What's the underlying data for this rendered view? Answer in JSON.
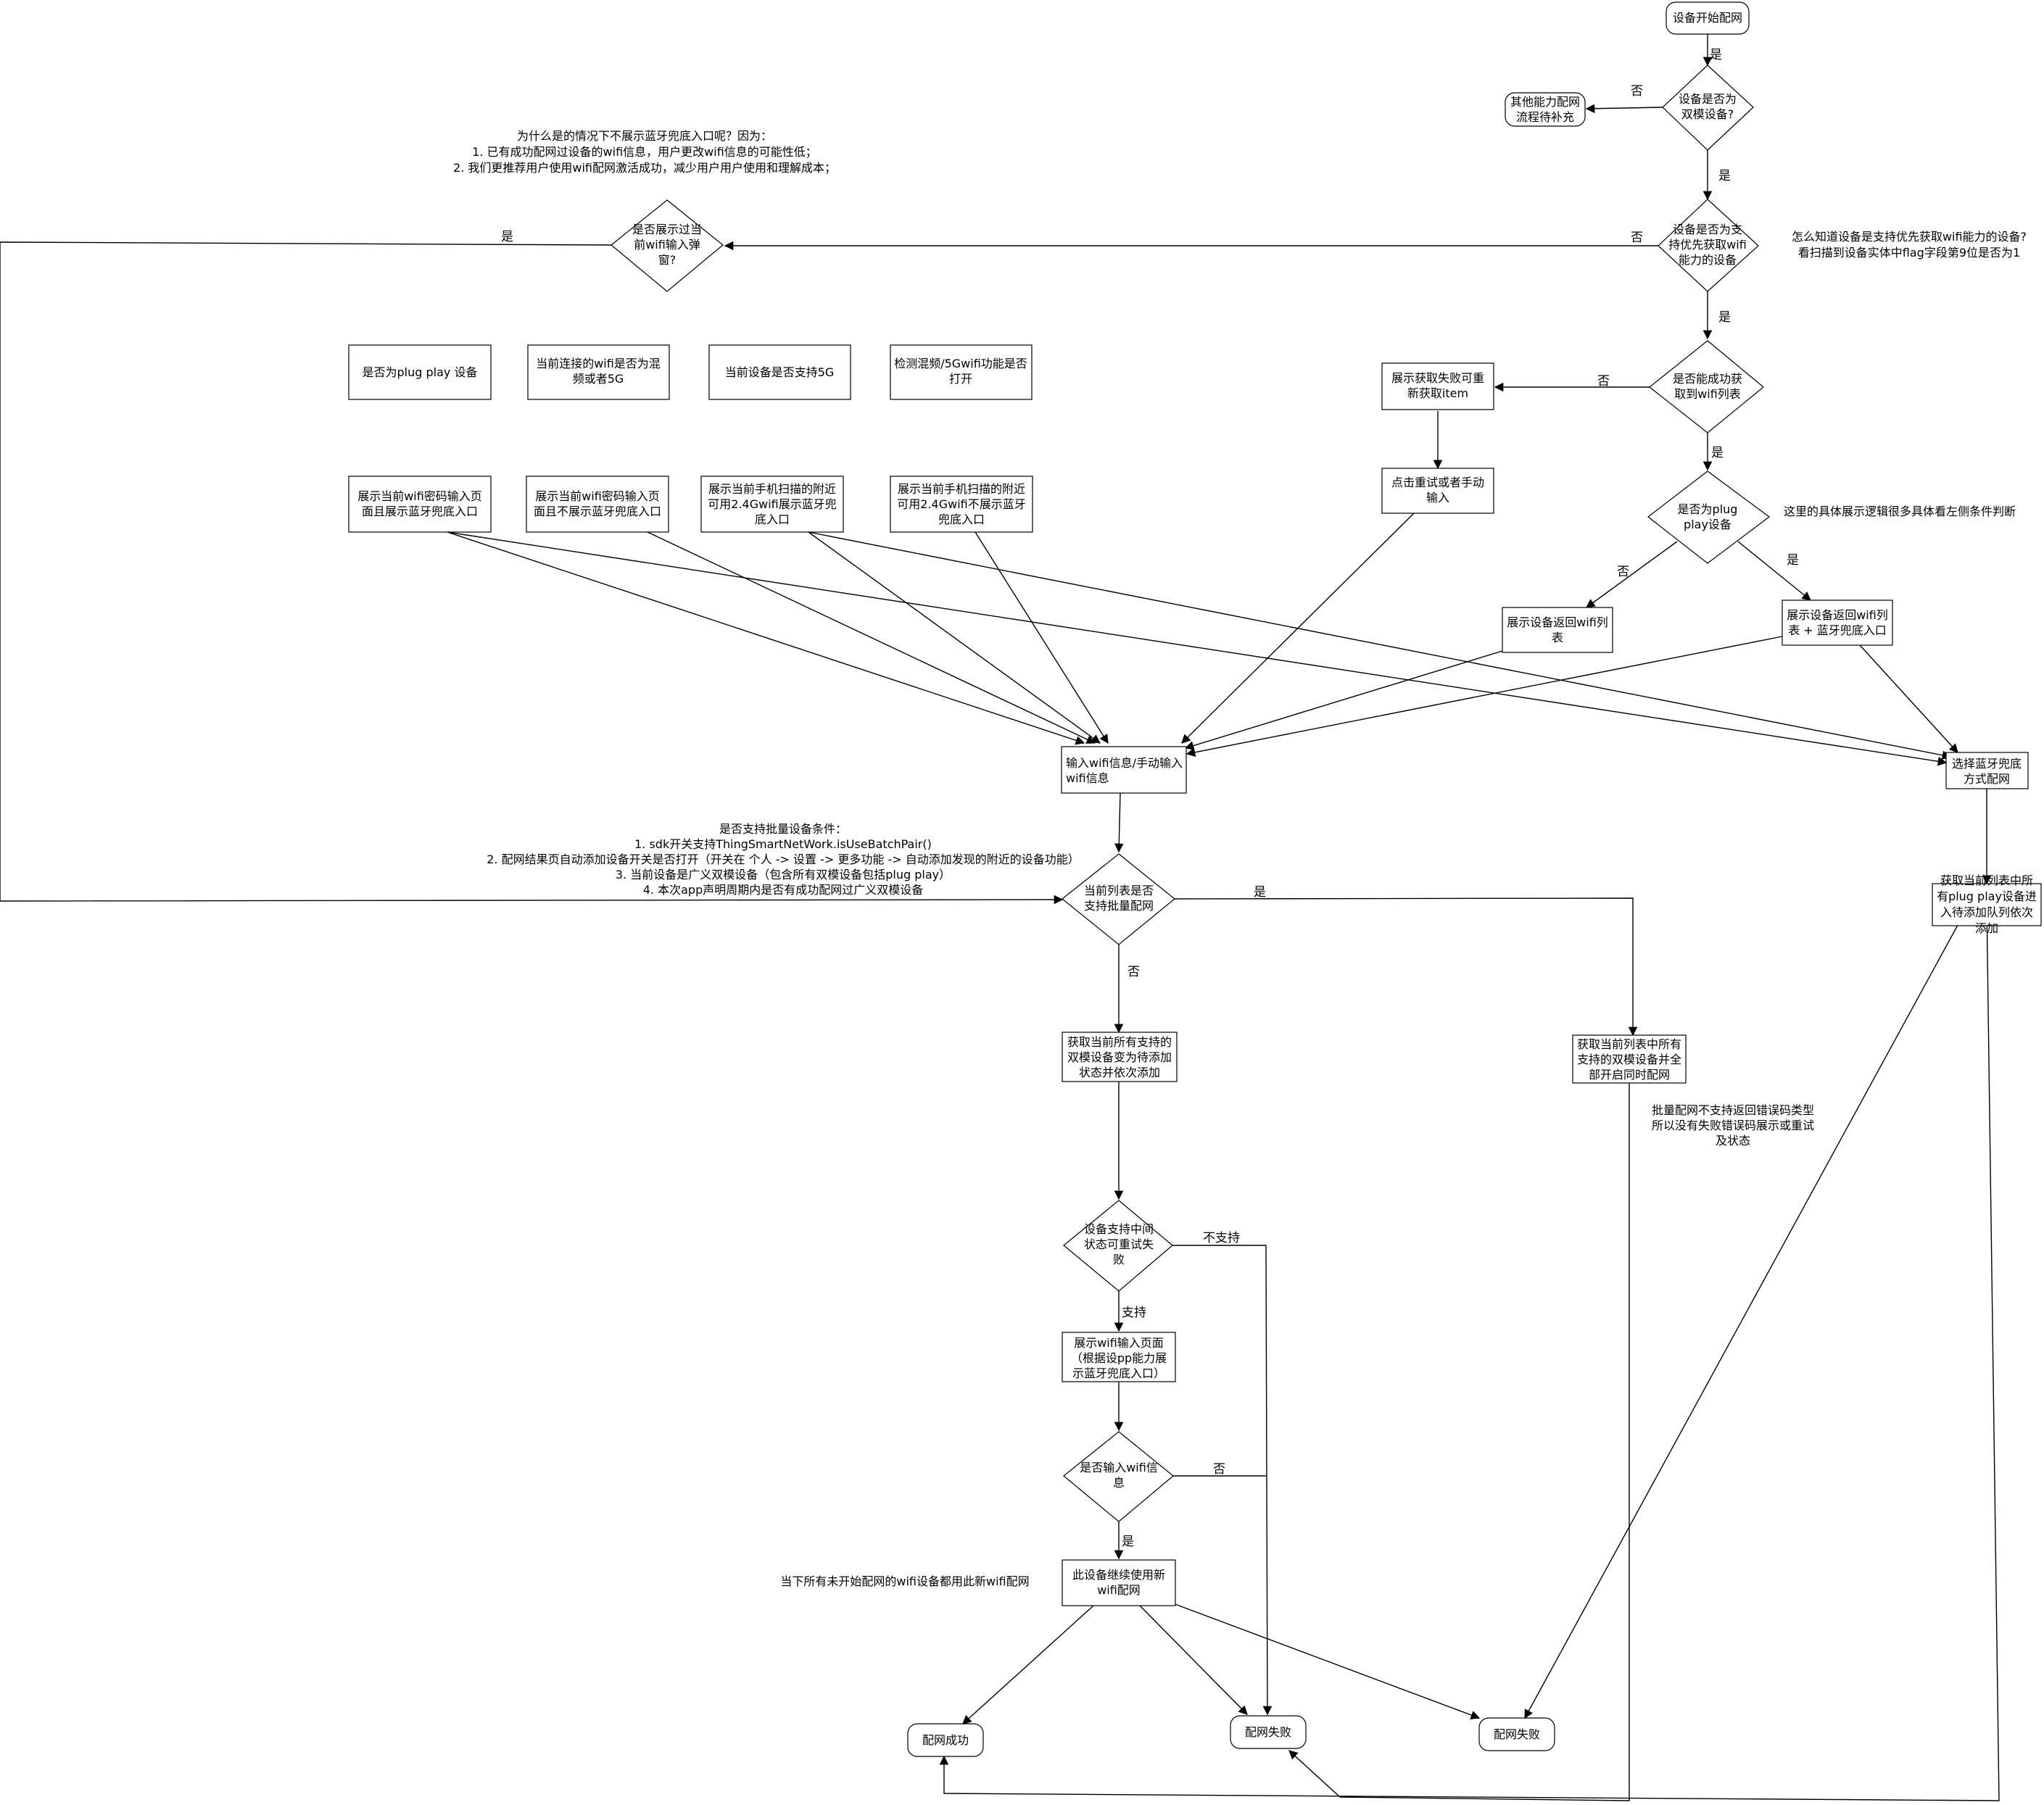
{
  "nodes": [
    {
      "id": "start",
      "shape": "rounded",
      "lines": [
        "设备开始配网"
      ]
    },
    {
      "id": "d_dual",
      "shape": "diamond",
      "lines": [
        "设备是否为",
        "双模设备?"
      ]
    },
    {
      "id": "other",
      "shape": "rounded",
      "lines": [
        "其他能力配网",
        "流程待补充"
      ]
    },
    {
      "id": "d_wifi_first",
      "shape": "diamond",
      "lines": [
        "设备是否为支",
        "持优先获取wifi",
        "能力的设备"
      ]
    },
    {
      "id": "d_shown",
      "shape": "diamond",
      "lines": [
        "是否展示过当",
        "前wifi输入弹",
        "窗?"
      ]
    },
    {
      "id": "d_wifilist",
      "shape": "diamond",
      "lines": [
        "是否能成功获",
        "取到wifi列表"
      ]
    },
    {
      "id": "retry_item",
      "shape": "rect",
      "lines": [
        "展示获取失败可重",
        "新获取item"
      ]
    },
    {
      "id": "retry_click",
      "shape": "rect",
      "lines": [
        "点击重试或者手动",
        "输入"
      ]
    },
    {
      "id": "d_plugplay",
      "shape": "diamond",
      "lines": [
        "是否为plug",
        "play设备"
      ]
    },
    {
      "id": "show_list",
      "shape": "rect",
      "lines": [
        "展示设备返回wifi列",
        "表"
      ]
    },
    {
      "id": "show_list_bt",
      "shape": "rect",
      "lines": [
        "展示设备返回wifi列",
        "表 + 蓝牙兜底入口"
      ]
    },
    {
      "id": "cond1",
      "shape": "rect",
      "lines": [
        "是否为plug play 设备"
      ]
    },
    {
      "id": "cond2",
      "shape": "rect",
      "lines": [
        "当前连接的wifi是否为混",
        "频或者5G"
      ]
    },
    {
      "id": "cond3",
      "shape": "rect",
      "lines": [
        "当前设备是否支持5G"
      ]
    },
    {
      "id": "cond4",
      "shape": "rect",
      "lines": [
        "检测混频/5Gwifi功能是否",
        "打开"
      ]
    },
    {
      "id": "res1",
      "shape": "rect",
      "lines": [
        "展示当前wifi密码输入页",
        "面且展示蓝牙兜底入口"
      ]
    },
    {
      "id": "res2",
      "shape": "rect",
      "lines": [
        "展示当前wifi密码输入页",
        "面且不展示蓝牙兜底入口"
      ]
    },
    {
      "id": "res3",
      "shape": "rect",
      "lines": [
        "展示当前手机扫描的附近",
        "可用2.4Gwifi展示蓝牙兜",
        "底入口"
      ]
    },
    {
      "id": "res4",
      "shape": "rect",
      "lines": [
        "展示当前手机扫描的附近",
        "可用2.4Gwifi不展示蓝牙",
        "兜底入口"
      ]
    },
    {
      "id": "input_wifi",
      "shape": "rect",
      "lines": [
        "输入wifi信息/手动输入",
        "wifi信息"
      ]
    },
    {
      "id": "bt_fallback",
      "shape": "rect",
      "lines": [
        "选择蓝牙兜底",
        "方式配网"
      ]
    },
    {
      "id": "d_batch",
      "shape": "diamond",
      "lines": [
        "当前列表是否",
        "支持批量配网"
      ]
    },
    {
      "id": "bt_queue",
      "shape": "rect",
      "lines": [
        "获取当前列表中所",
        "有plug play设备进",
        "入待添加队列依次",
        "添加"
      ]
    },
    {
      "id": "seq_add",
      "shape": "rect",
      "lines": [
        "获取当前所有支持的",
        "双模设备变为待添加",
        "状态并依次添加"
      ]
    },
    {
      "id": "batch_all",
      "shape": "rect",
      "lines": [
        "获取当前列表中所有",
        "支持的双模设备并全",
        "部开启同时配网"
      ]
    },
    {
      "id": "d_retry",
      "shape": "diamond",
      "lines": [
        "设备支持中间",
        "状态可重试失",
        "败"
      ]
    },
    {
      "id": "show_input",
      "shape": "rect",
      "lines": [
        "展示wifi输入页面",
        "（根据设pp能力展",
        "示蓝牙兜底入口）"
      ]
    },
    {
      "id": "d_input",
      "shape": "diamond",
      "lines": [
        "是否输入wifi信",
        "息"
      ]
    },
    {
      "id": "new_wifi",
      "shape": "rect",
      "lines": [
        "此设备继续使用新",
        "wifi配网"
      ]
    },
    {
      "id": "success",
      "shape": "rounded",
      "lines": [
        "配网成功"
      ]
    },
    {
      "id": "fail1",
      "shape": "rounded",
      "lines": [
        "配网失败"
      ]
    },
    {
      "id": "fail2",
      "shape": "rounded",
      "lines": [
        "配网失败"
      ]
    }
  ],
  "edge_labels": [
    {
      "id": "l_start_yes",
      "text": "是"
    },
    {
      "id": "l_dual_no",
      "text": "否"
    },
    {
      "id": "l_dual_yes",
      "text": "是"
    },
    {
      "id": "l_wififirst_no",
      "text": "否"
    },
    {
      "id": "l_wififirst_yes",
      "text": "是"
    },
    {
      "id": "l_shown_yes",
      "text": "是"
    },
    {
      "id": "l_list_no",
      "text": "否"
    },
    {
      "id": "l_list_yes",
      "text": "是"
    },
    {
      "id": "l_pp_no",
      "text": "否"
    },
    {
      "id": "l_pp_yes",
      "text": "是"
    },
    {
      "id": "l_batch_yes",
      "text": "是"
    },
    {
      "id": "l_batch_no",
      "text": "否"
    },
    {
      "id": "l_retry_no",
      "text": "不支持"
    },
    {
      "id": "l_retry_yes",
      "text": "支持"
    },
    {
      "id": "l_input_no",
      "text": "否"
    },
    {
      "id": "l_input_yes",
      "text": "是"
    }
  ],
  "notes": [
    {
      "id": "note_why",
      "lines": [
        "为什么是的情况下不展示蓝牙兜底入口呢？因为：",
        "1. 已有成功配网过设备的wifi信息，用户更改wifi信息的可能性低；",
        "2. 我们更推荐用户使用wifi配网激活成功，减少用户用户使用和理解成本；"
      ]
    },
    {
      "id": "note_flag",
      "lines": [
        "怎么知道设备是支持优先获取wifi能力的设备?",
        "看扫描到设备实体中flag字段第9位是否为1"
      ]
    },
    {
      "id": "note_logic",
      "lines": [
        "这里的具体展示逻辑很多具体看左侧条件判断"
      ]
    },
    {
      "id": "note_batch",
      "lines": [
        "是否支持批量设备条件：",
        "1. sdk开关支持ThingSmartNetWork.isUseBatchPair()",
        "2. 配网结果页自动添加设备开关是否打开（开关在 个人 -> 设置 -> 更多功能 -> 自动添加发现的附近的设备功能）",
        "3. 当前设备是广义双模设备（包含所有双模设备包括plug play）",
        "4. 本次app声明周期内是否有成功配网过广义双模设备"
      ]
    },
    {
      "id": "note_batcherr",
      "lines": [
        "批量配网不支持返回错误码类型",
        "所以没有失败错误码展示或重试",
        "及状态"
      ]
    },
    {
      "id": "note_newwifi",
      "lines": [
        "当下所有未开始配网的wifi设备都用此新wifi配网"
      ]
    }
  ]
}
